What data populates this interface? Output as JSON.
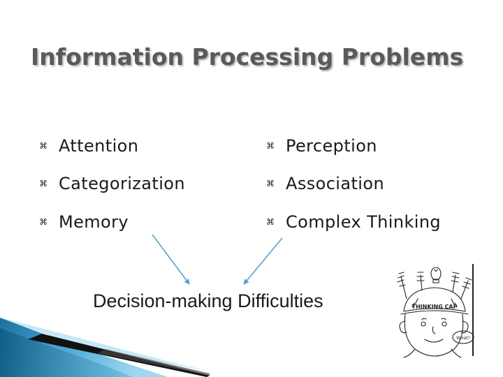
{
  "slide": {
    "title": "Information Processing Problems",
    "bullet_glyph": "⌘",
    "bullets_left": [
      "Attention",
      "Categorization",
      "Memory"
    ],
    "bullets_right": [
      "Perception",
      "Association",
      "Complex Thinking"
    ],
    "conclusion": "Decision-making Difficulties"
  },
  "cartoon": {
    "cap_text": "THINKING CAP",
    "bubble_text": "WHat?"
  },
  "colors": {
    "arrow": "#5aa0c8",
    "title_text": "#5a5a5a",
    "accent_band_light": "#7cc6e8",
    "accent_band_dark": "#1c6f9c"
  }
}
